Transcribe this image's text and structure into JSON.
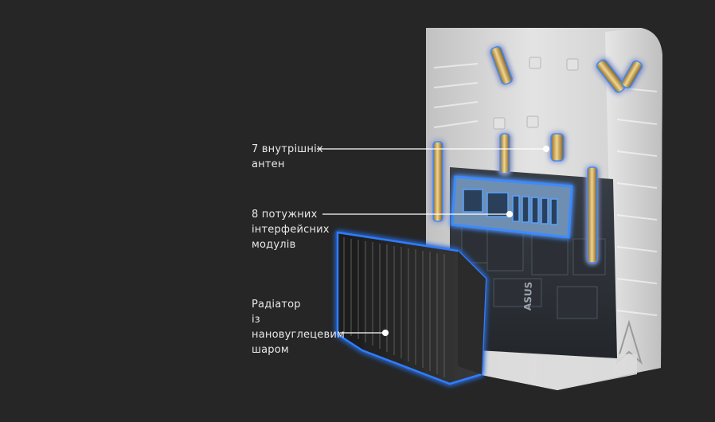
{
  "callouts": {
    "antennas": {
      "lines": [
        "7 внутрішніх",
        "антен"
      ]
    },
    "modules": {
      "lines": [
        "8 потужних",
        "інтерфейсних",
        "модулів"
      ]
    },
    "heatsink": {
      "lines": [
        "Радіатор",
        "із",
        "нановуглецевим",
        "шаром"
      ]
    }
  },
  "product": {
    "board_logo": "ASUS"
  },
  "colors": {
    "background": "#262626",
    "highlight_glow": "#2f7dff",
    "callout_text": "#e8e8e8"
  }
}
